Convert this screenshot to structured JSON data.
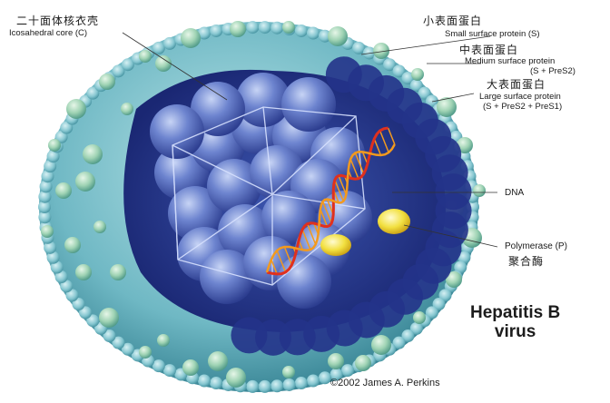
{
  "labels": {
    "core_cn": "二十面体核衣壳",
    "core_en": "Icosahedral core (C)",
    "small_cn": "小表面蛋白",
    "small_en": "Small surface protein (S)",
    "medium_cn": "中表面蛋白",
    "medium_en_1": "Medium surface protein",
    "medium_en_2": "(S + PreS2)",
    "large_cn": "大表面蛋白",
    "large_en_1": "Large surface protein",
    "large_en_2": "(S + PreS2 + PreS1)",
    "dna": "DNA",
    "polymerase_en": "Polymerase (P)",
    "polymerase_cn": "聚合酶"
  },
  "title": {
    "line1": "Hepatitis B",
    "line2": "virus"
  },
  "credit": "©2002 James A. Perkins",
  "colors": {
    "membrane": "#7fc4cc",
    "membrane_dark": "#3f8e9c",
    "surface_protein": "#a8d8b0",
    "core_blue": "#4b63b8",
    "inner_dark": "#1c2a78",
    "dna_red": "#e0301e",
    "dna_orange": "#f39a1e",
    "polymerase": "#f2e040"
  }
}
